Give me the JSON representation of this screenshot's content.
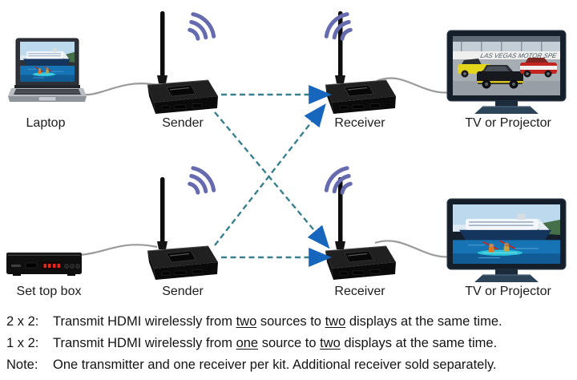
{
  "labels": {
    "laptop": "Laptop",
    "sender_top": "Sender",
    "receiver_top": "Receiver",
    "display_top": "TV or Projector",
    "set_top_box": "Set top box",
    "sender_bottom": "Sender",
    "receiver_bottom": "Receiver",
    "display_bottom": "TV or Projector"
  },
  "tv_top": {
    "banner_text": "LAS VEGAS MOTOR SPE"
  },
  "notes": {
    "line1": {
      "label": "2 x 2:",
      "pre": "Transmit HDMI wirelessly from ",
      "u1": "two",
      "mid": " sources to ",
      "u2": "two",
      "post": " displays at the same time."
    },
    "line2": {
      "label": "1 x 2:",
      "pre": "Transmit HDMI wirelessly from ",
      "u1": "one",
      "mid": " source to ",
      "u2": "two",
      "post": " displays at the same time."
    },
    "line3": {
      "label": "Note:",
      "text": "One transmitter and one receiver per kit. Additional receiver sold separately."
    }
  },
  "icons": {
    "wireless_wave": "wireless-signal-icon",
    "link_arrow": "dashed-link-arrow"
  },
  "colors": {
    "wave": "#666bb0",
    "dash": "#38808f",
    "arrowhead": "#1766bd",
    "cable": "#9a9a9a",
    "tv_frame": "#141f2b",
    "tv_stand": "#2c4358",
    "led": "#e0281e"
  }
}
